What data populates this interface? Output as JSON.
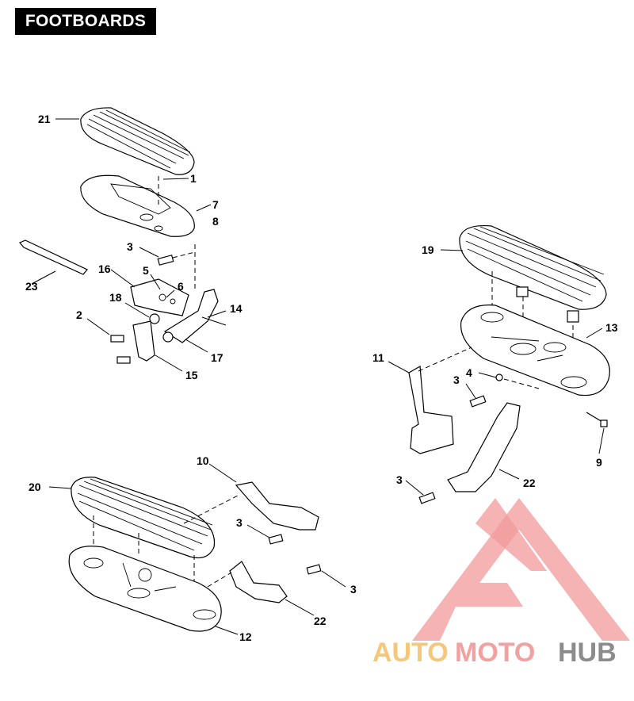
{
  "title": "FOOTBOARDS",
  "callouts": [
    {
      "id": "c21a",
      "text": "21"
    },
    {
      "id": "c1",
      "text": "1"
    },
    {
      "id": "c7",
      "text": "7"
    },
    {
      "id": "c8",
      "text": "8"
    },
    {
      "id": "c3a",
      "text": "3"
    },
    {
      "id": "c23",
      "text": "23"
    },
    {
      "id": "c16",
      "text": "16"
    },
    {
      "id": "c5",
      "text": "5"
    },
    {
      "id": "c6",
      "text": "6"
    },
    {
      "id": "c18",
      "text": "18"
    },
    {
      "id": "c14",
      "text": "14"
    },
    {
      "id": "c2",
      "text": "2"
    },
    {
      "id": "c17",
      "text": "17"
    },
    {
      "id": "c15",
      "text": "15"
    },
    {
      "id": "c19",
      "text": "19"
    },
    {
      "id": "c13",
      "text": "13"
    },
    {
      "id": "c11",
      "text": "11"
    },
    {
      "id": "c4",
      "text": "4"
    },
    {
      "id": "c3b",
      "text": "3"
    },
    {
      "id": "c9",
      "text": "9"
    },
    {
      "id": "c3c",
      "text": "3"
    },
    {
      "id": "c22a",
      "text": "22"
    },
    {
      "id": "c10",
      "text": "10"
    },
    {
      "id": "c20",
      "text": "20"
    },
    {
      "id": "c3d",
      "text": "3"
    },
    {
      "id": "c3e",
      "text": "3"
    },
    {
      "id": "c22b",
      "text": "22"
    },
    {
      "id": "c12",
      "text": "12"
    }
  ],
  "watermark": {
    "word_auto": "AUTO",
    "word_moto": "MOTO",
    "word_hub": "HUB",
    "color_auto": "#f5c77a",
    "color_moto": "#f2a0a0",
    "color_hub": "#8c8c8c",
    "color_mark": "#f29a9a"
  }
}
